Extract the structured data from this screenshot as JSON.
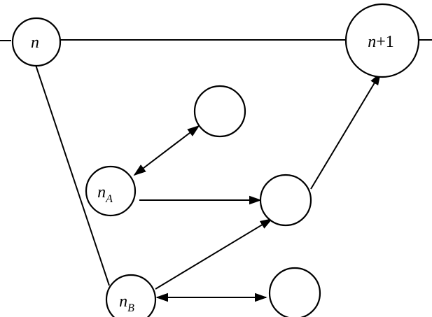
{
  "diagram": {
    "nodes": {
      "n": {
        "label": "n"
      },
      "n_plus_1": {
        "label_var": "n",
        "label_rest": "+1"
      },
      "n_A": {
        "label": "n",
        "subscript": "A"
      },
      "n_B": {
        "label": "n",
        "subscript": "B"
      },
      "empty_1": {
        "label": ""
      },
      "empty_2": {
        "label": ""
      },
      "empty_3": {
        "label": ""
      }
    }
  }
}
